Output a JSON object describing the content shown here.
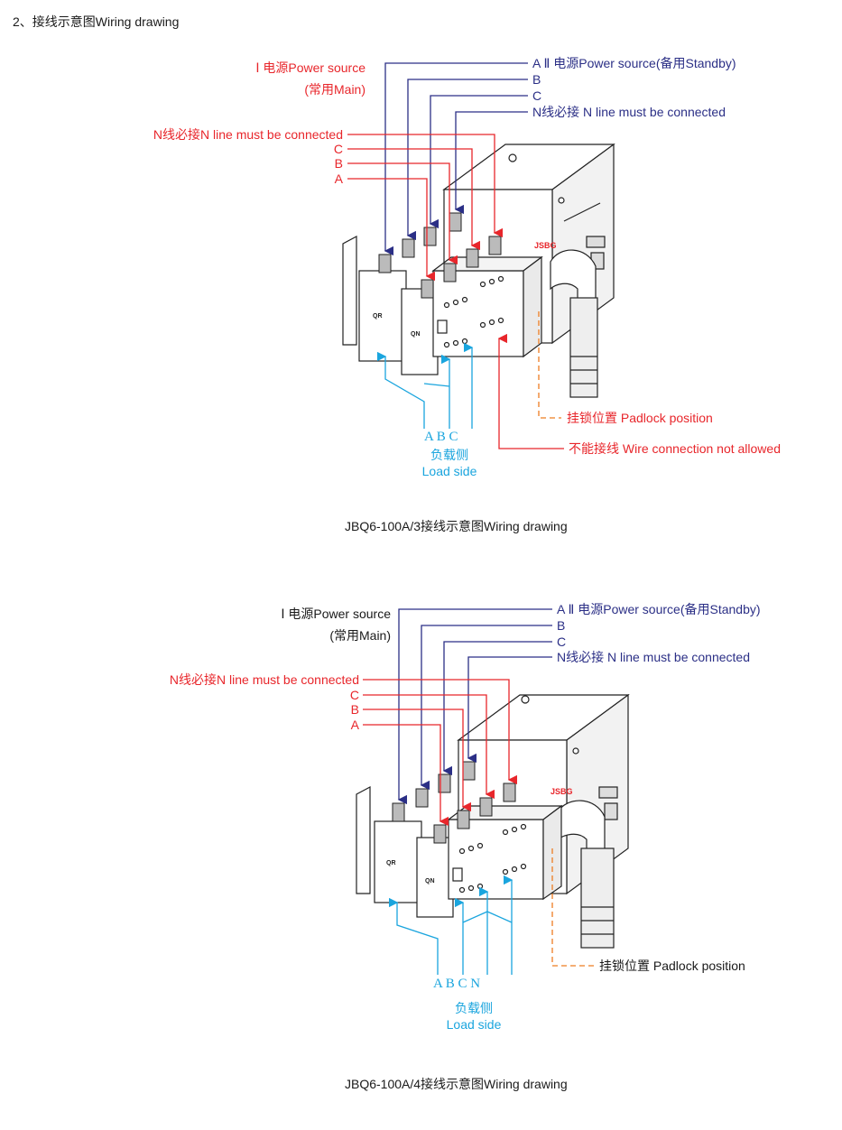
{
  "heading": "2、接线示意图Wiring drawing",
  "diagram1": {
    "power1_line1": "Ⅰ 电源Power source",
    "power1_line2": "(常用Main)",
    "power2_a": "A Ⅱ 电源Power source(备用Standby)",
    "power2_b": "B",
    "power2_c": "C",
    "power2_n": "N线必接 N line must be connected",
    "n_line_red": "N线必接N line must be connected",
    "red_c": "C",
    "red_b": "B",
    "red_a": "A",
    "load_letters": "A  B  C",
    "load_cn": "负载侧",
    "load_en": "Load side",
    "padlock": "挂锁位置 Padlock position",
    "no_wire": "不能接线 Wire connection not allowed",
    "brand": "JSBG",
    "qr": "QR",
    "qn": "QN",
    "caption": "JBQ6-100A/3接线示意图Wiring drawing"
  },
  "diagram2": {
    "power1_line1": "Ⅰ 电源Power source",
    "power1_line2": "(常用Main)",
    "power2_a": "A Ⅱ 电源Power source(备用Standby)",
    "power2_b": "B",
    "power2_c": "C",
    "power2_n": "N线必接 N line must be connected",
    "n_line_red": "N线必接N line must be connected",
    "red_c": "C",
    "red_b": "B",
    "red_a": "A",
    "load_letters": "A    B   C    N",
    "load_cn": "负载侧",
    "load_en": "Load side",
    "padlock": "挂锁位置 Padlock position",
    "brand": "JSBG",
    "qr": "QR",
    "qn": "QN",
    "caption": "JBQ6-100A/4接线示意图Wiring drawing"
  },
  "colors": {
    "red": "#e8262b",
    "blue": "#2b2f86",
    "cyan": "#1aa5de",
    "orange": "#ee7d22"
  }
}
